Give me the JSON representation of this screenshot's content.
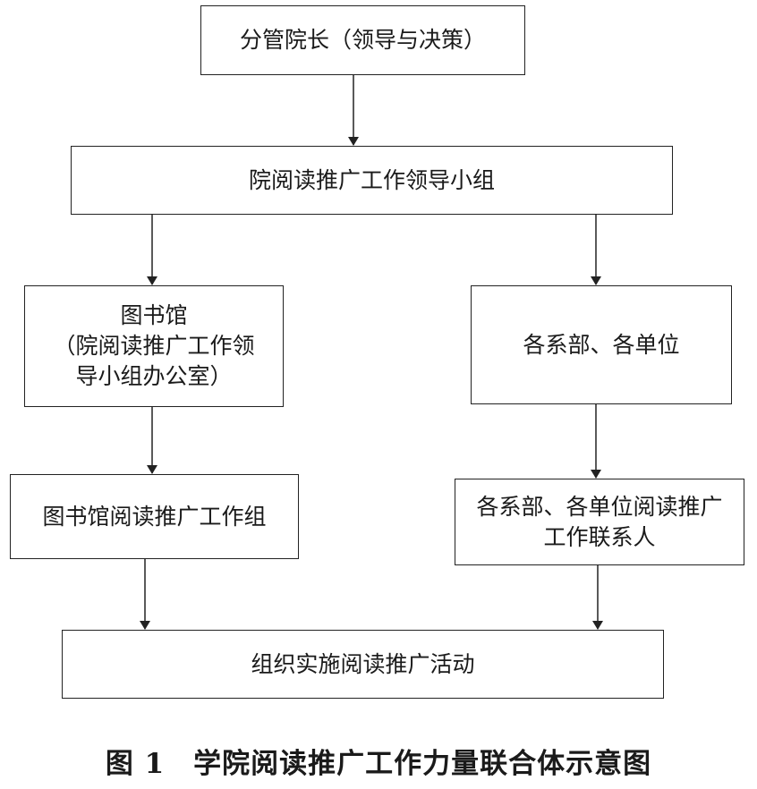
{
  "diagram": {
    "nodes": {
      "president": "分管院长（领导与决策）",
      "leading_group": "院阅读推广工作领导小组",
      "library_office": "图书馆\n（院阅读推广工作领\n导小组办公室）",
      "departments": "各系部、各单位",
      "library_team": "图书馆阅读推广工作组",
      "dept_contacts": "各系部、各单位阅读推广\n工作联系人",
      "activities": "组织实施阅读推广活动"
    },
    "caption": "图 1　学院阅读推广工作力量联合体示意图"
  }
}
